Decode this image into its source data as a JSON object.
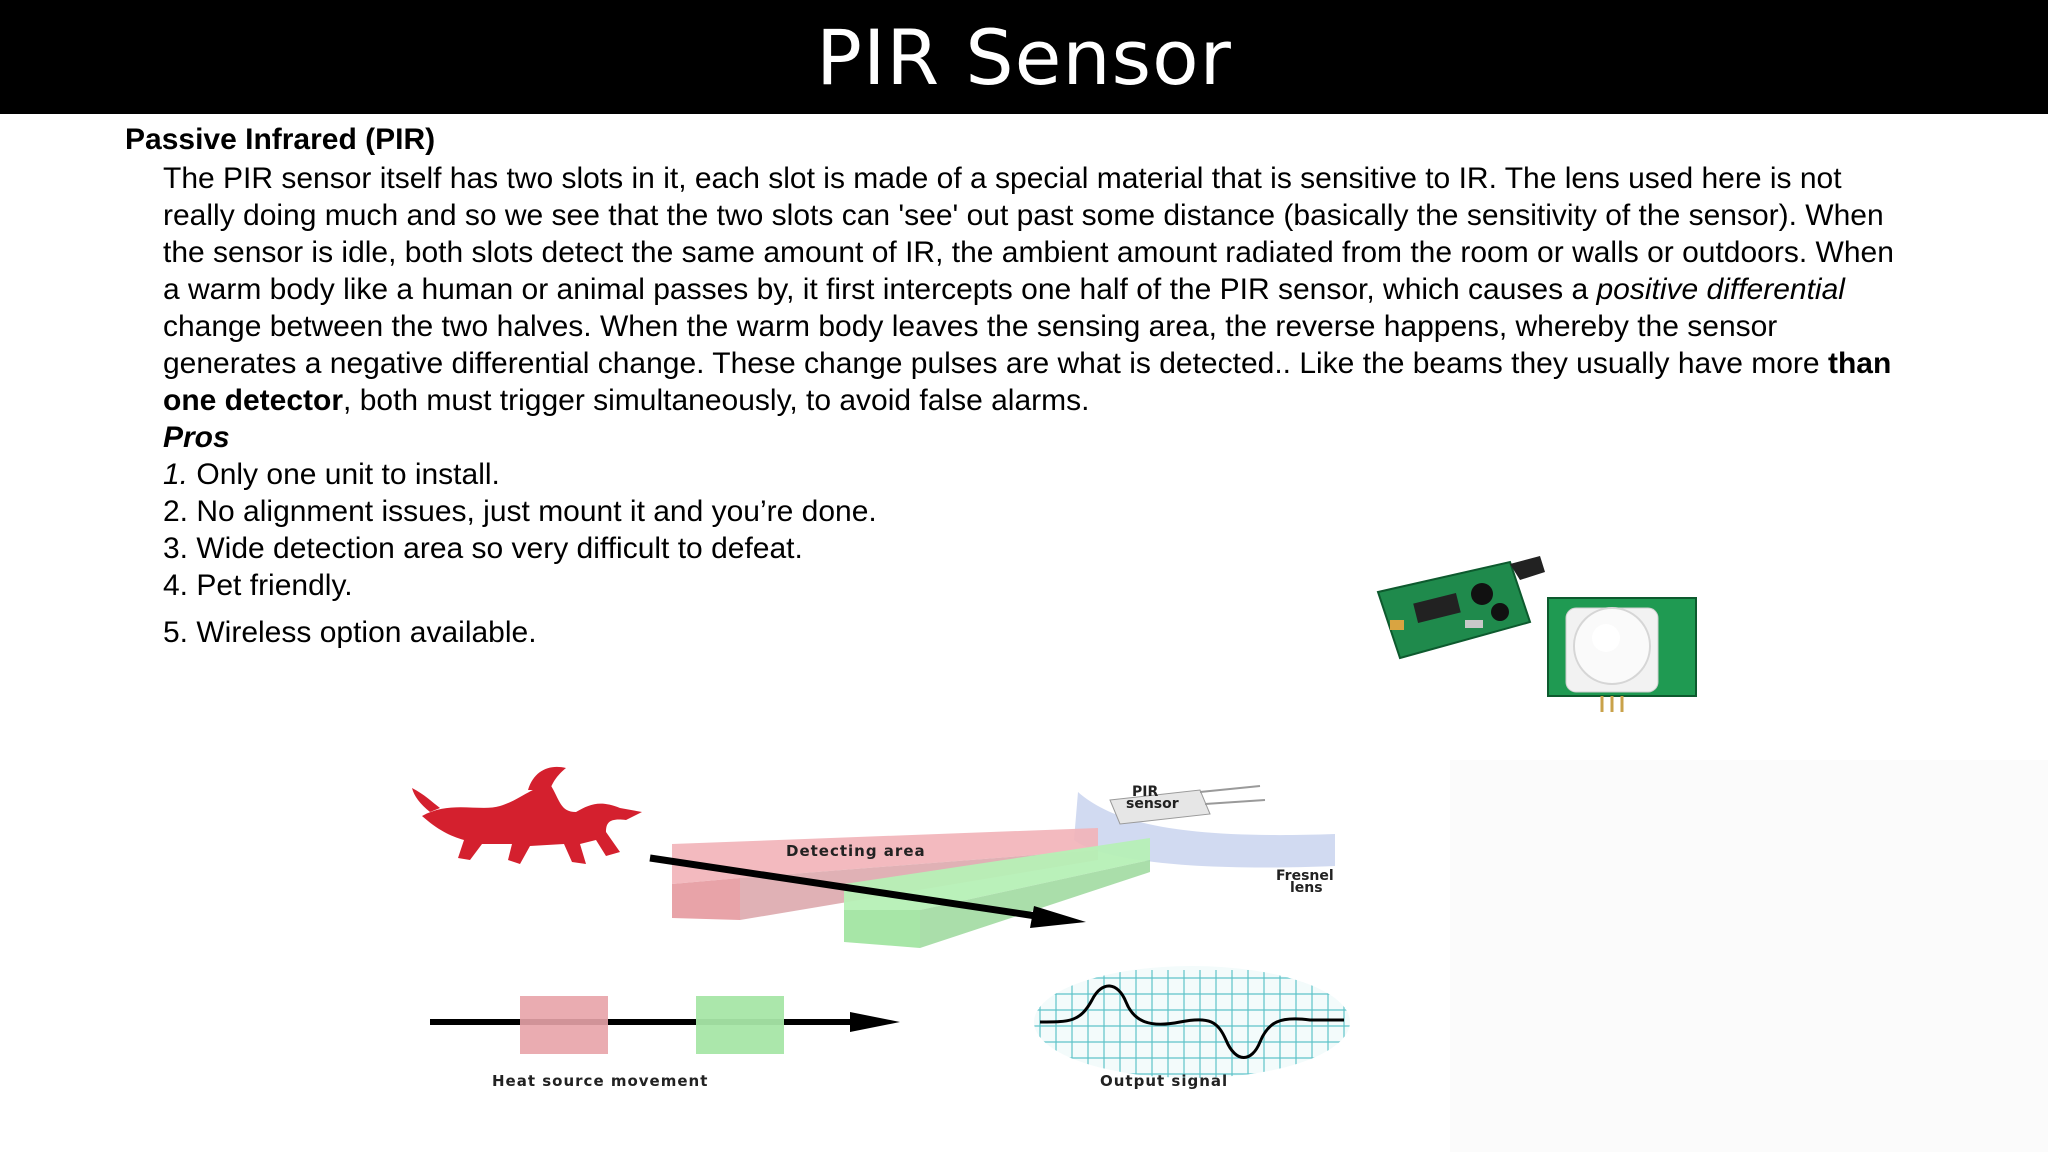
{
  "slide": {
    "title": "PIR Sensor"
  },
  "section": {
    "heading": "Passive Infrared (PIR)",
    "paragraph": {
      "part1": "The PIR sensor itself has two slots in it, each slot is made of a special material that is sensitive to IR. The lens used here is not really doing much and so we see that the two slots can 'see' out past some distance (basically the sensitivity of the sensor). When the sensor is idle, both slots detect the same amount of IR, the ambient amount radiated from the room or walls or outdoors. When a warm body like a human or animal passes by, it first intercepts one half of the PIR sensor, which causes a ",
      "italic": "positive differential",
      "part2": " change between the two halves. When the warm body leaves the sensing area, the reverse happens, whereby the sensor generates a negative differential change. These change pulses are what is detected.. Like the beams they usually have more ",
      "bold": "than one detector",
      "part3": ", both must trigger simultaneously, to avoid false alarms."
    },
    "pros_title": "Pros",
    "pros": [
      {
        "num": "1.",
        "text": " Only one unit to install."
      },
      {
        "num": "2.",
        "text": " No alignment issues, just mount it and you’re done."
      },
      {
        "num": "3.",
        "text": " Wide detection area so very difficult to defeat."
      },
      {
        "num": "4.",
        "text": " Pet friendly."
      },
      {
        "num": "5.",
        "text": " Wireless option available."
      }
    ]
  },
  "diagram": {
    "labels": {
      "detecting_area": "Detecting area",
      "pir_sensor_line1": "PIR",
      "pir_sensor_line2": "sensor",
      "fresnel_line1": "Fresnel",
      "fresnel_line2": "lens",
      "heat_source": "Heat source movement",
      "output_signal": "Output signal"
    },
    "colors": {
      "dragon": "#d4202e",
      "beam_red": "#f2b3b8",
      "beam_green": "#b6f0b6",
      "lens": "#c9d3ee",
      "grid": "#5ec3c9",
      "pcb": "#1f8a4c"
    }
  }
}
